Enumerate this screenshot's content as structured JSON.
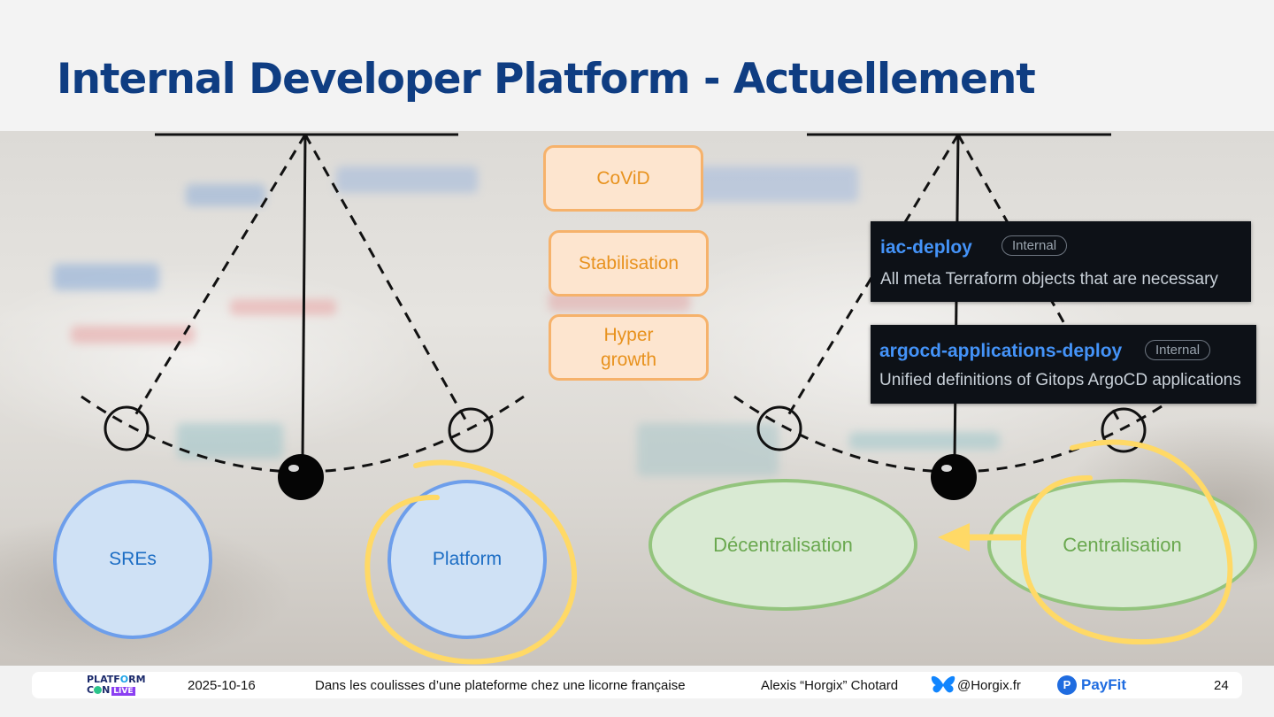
{
  "slide": {
    "title": "Internal Developer Platform  - Actuellement"
  },
  "phases": [
    "CoViD",
    "Stabilisation",
    "Hyper\ngrowth"
  ],
  "repos": [
    {
      "name": "iac-deploy",
      "badge": "Internal",
      "description": "All meta Terraform objects that are necessary"
    },
    {
      "name": "argocd-applications-deploy",
      "badge": "Internal",
      "description": "Unified definitions of Gitops ArgoCD applications"
    }
  ],
  "left_pendulum": {
    "left_label": "SREs",
    "right_label": "Platform",
    "highlighted": "Platform"
  },
  "right_pendulum": {
    "left_label": "Décentralisation",
    "right_label": "Centralisation",
    "highlighted": "Centralisation",
    "arrow_direction": "toward Décentralisation"
  },
  "footer": {
    "logo_line1": "PLATF",
    "logo_o": "O",
    "logo_line1_end": "RM",
    "logo_line2": "C",
    "logo_line2_end": "N",
    "logo_live": "LIVE",
    "date": "2025-10-16",
    "talk_title": "Dans les coulisses d’une plateforme chez une licorne française",
    "speaker": "Alexis “Horgix” Chotard",
    "bluesky_handle": "@Horgix.fr",
    "company": "PayFit",
    "company_mark": "P",
    "page_number": "24"
  },
  "colors": {
    "title": "#0f3d82",
    "phase_fill": "#fde5cf",
    "phase_border": "#f6b26b",
    "phase_text": "#e8921e",
    "blue_fill": "#cfe1f5",
    "blue_border": "#6d9eeb",
    "blue_text": "#1c6dc4",
    "green_fill": "#d9ead3",
    "green_border": "#93c47d",
    "green_text": "#6aa84f",
    "highlight": "#ffd966",
    "repo_link": "#4493f8"
  },
  "icons": [
    "bluesky-butterfly-icon",
    "payfit-logo-icon"
  ]
}
